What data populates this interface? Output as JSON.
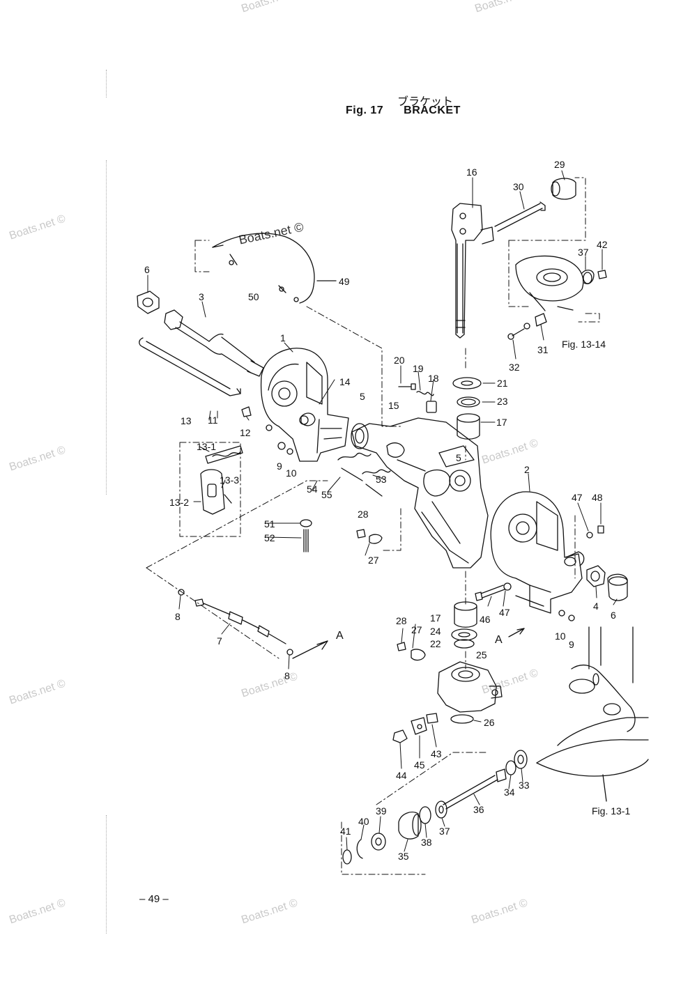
{
  "title": {
    "jp": "ブラケット",
    "fig": "Fig. 17",
    "name": "BRACKET"
  },
  "page_number": "– 49 –",
  "watermark": "Boats.net ©",
  "references": {
    "fig13_14": "Fig. 13-14",
    "fig13_1": "Fig. 13-1"
  },
  "view_marker": "A",
  "parts": [
    "1",
    "2",
    "3",
    "4",
    "5",
    "6",
    "7",
    "8",
    "9",
    "10",
    "11",
    "12",
    "13",
    "13-1",
    "13-2",
    "13-3",
    "14",
    "15",
    "16",
    "17",
    "18",
    "19",
    "20",
    "21",
    "22",
    "23",
    "24",
    "25",
    "26",
    "27",
    "28",
    "29",
    "30",
    "31",
    "32",
    "33",
    "34",
    "35",
    "36",
    "37",
    "38",
    "39",
    "40",
    "41",
    "42",
    "43",
    "44",
    "45",
    "46",
    "47",
    "48",
    "49",
    "50",
    "51",
    "52",
    "53",
    "54",
    "55"
  ]
}
